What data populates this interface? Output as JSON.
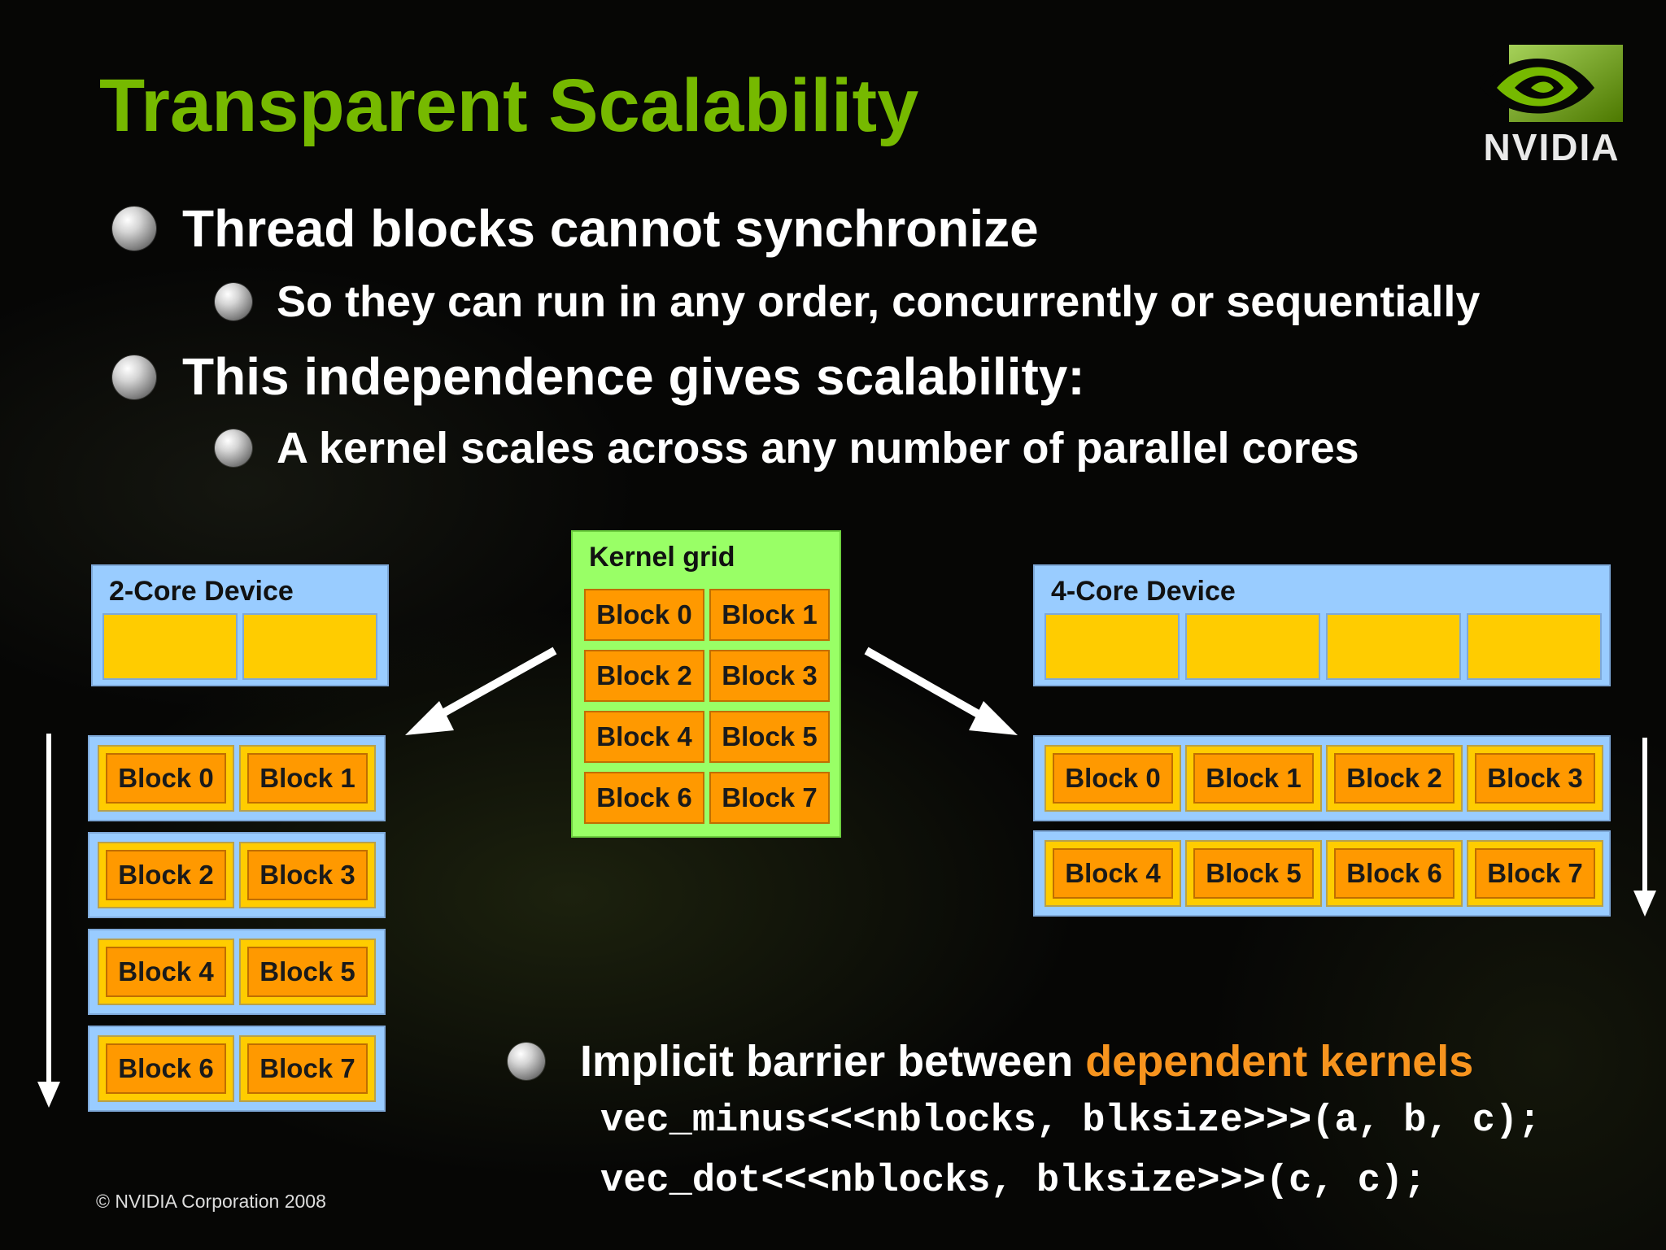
{
  "slide": {
    "title": "Transparent Scalability",
    "logo_text": "NVIDIA",
    "bullets": [
      {
        "text": "Thread blocks cannot synchronize"
      },
      {
        "text": "So they can run in any order, concurrently or sequentially"
      },
      {
        "text": "This independence gives scalability:"
      },
      {
        "text": "A kernel scales across any number of parallel cores"
      }
    ],
    "barrier_bullet": {
      "prefix": "Implicit barrier between ",
      "highlight": "dependent kernels"
    },
    "code_lines": [
      "vec_minus<<<nblocks, blksize>>>(a, b, c);",
      "vec_dot<<<nblocks, blksize>>>(c, c);"
    ],
    "copyright": "© NVIDIA Corporation 2008"
  },
  "diagram": {
    "kernel_grid": {
      "label": "Kernel grid",
      "blocks": [
        "Block 0",
        "Block 1",
        "Block 2",
        "Block 3",
        "Block 4",
        "Block 5",
        "Block 6",
        "Block 7"
      ]
    },
    "two_core": {
      "label": "2-Core Device",
      "rows": [
        [
          "Block 0",
          "Block 1"
        ],
        [
          "Block 2",
          "Block 3"
        ],
        [
          "Block 4",
          "Block 5"
        ],
        [
          "Block 6",
          "Block 7"
        ]
      ]
    },
    "four_core": {
      "label": "4-Core Device",
      "rows": [
        [
          "Block 0",
          "Block 1",
          "Block 2",
          "Block 3"
        ],
        [
          "Block 4",
          "Block 5",
          "Block 6",
          "Block 7"
        ]
      ]
    }
  },
  "colors": {
    "title_green": "#76b900",
    "device_blue": "#99ccff",
    "core_yellow": "#ffcc00",
    "block_orange": "#ff9900",
    "grid_green": "#99ff66",
    "accent_orange": "#f7941e"
  }
}
